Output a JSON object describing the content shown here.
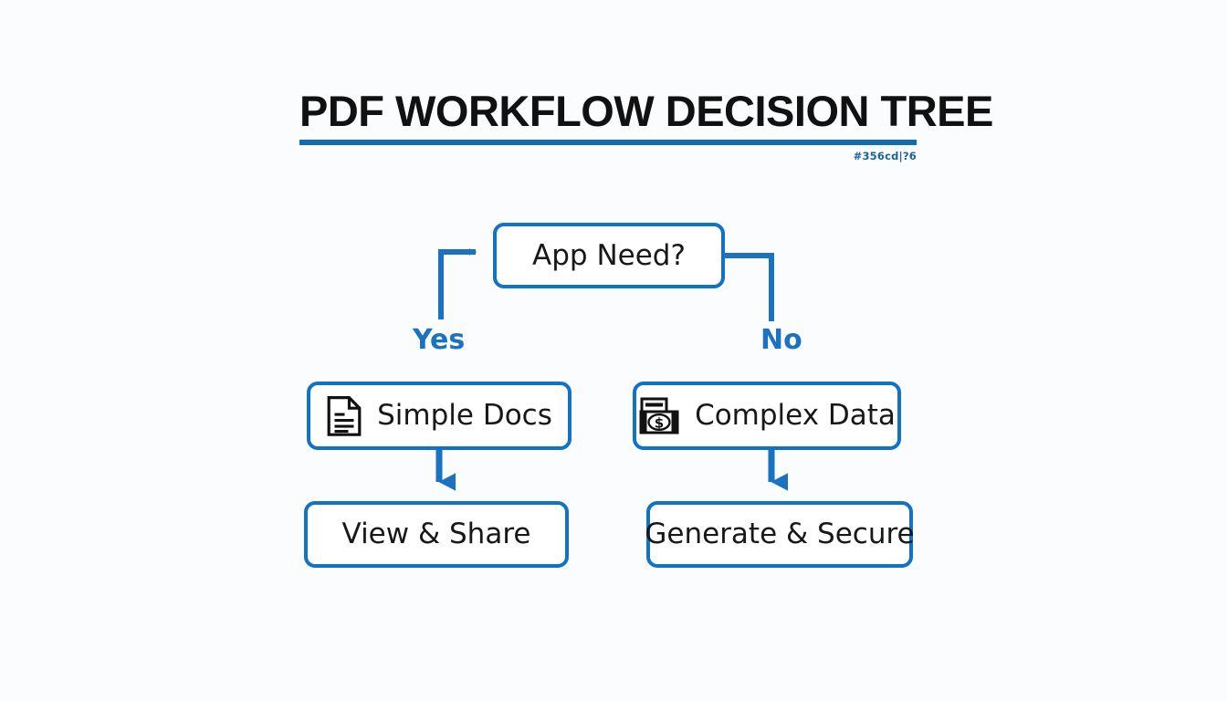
{
  "header": {
    "title": "PDF WORKFLOW DECISION TREE",
    "accent_color": "#0f6cb6",
    "code_label": "#356cd|?6"
  },
  "theme": {
    "background": "#fbfcfd",
    "node_border": "#1272c4",
    "node_fill": "#ffffff",
    "connector": "#1a72c0",
    "text": "#16181a",
    "branch_text": "#1a72c0"
  },
  "diagram": {
    "type": "decision-tree",
    "root": {
      "id": "app-need",
      "label": "App Need?",
      "icon": null
    },
    "branches": [
      {
        "id": "yes",
        "label": "Yes",
        "side": "left",
        "nodes": [
          {
            "id": "simple-docs",
            "label": "Simple Docs",
            "icon": "document-icon"
          },
          {
            "id": "view-share",
            "label": "View & Share",
            "icon": null
          }
        ]
      },
      {
        "id": "no",
        "label": "No",
        "side": "right",
        "nodes": [
          {
            "id": "complex-data",
            "label": "Complex Data",
            "icon": "money-icon"
          },
          {
            "id": "generate-secure",
            "label": "Generate & Secure",
            "icon": null
          }
        ]
      }
    ]
  }
}
